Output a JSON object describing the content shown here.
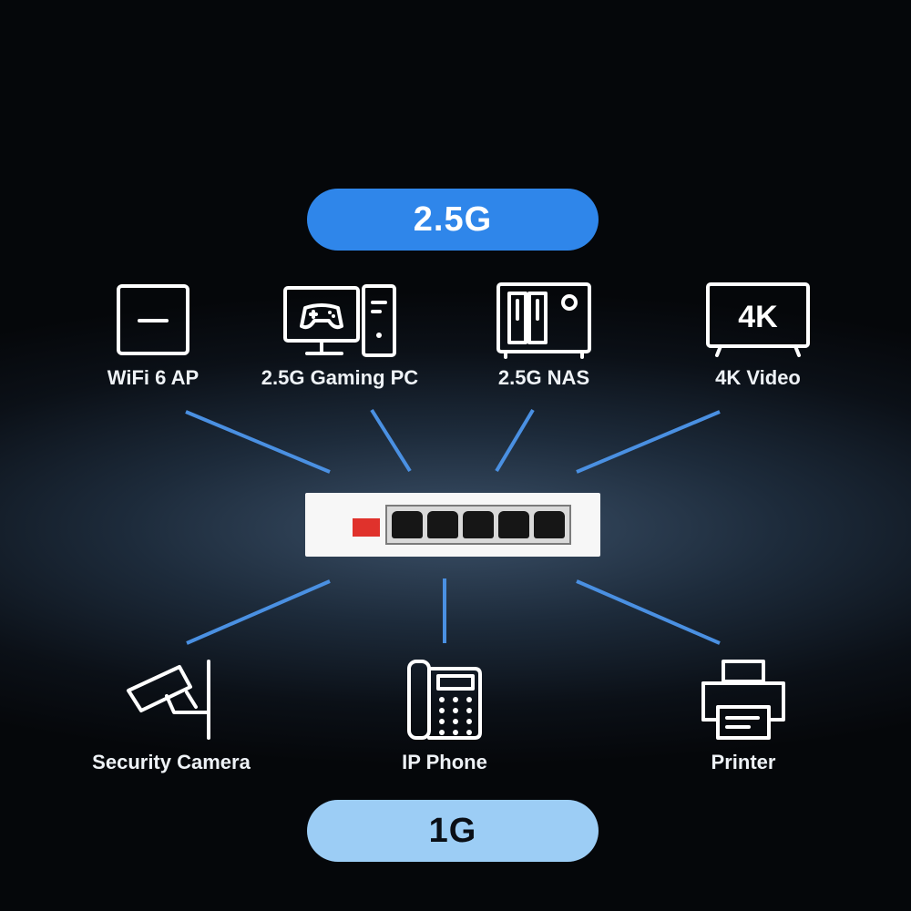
{
  "tiers": {
    "top": "2.5G",
    "bottom": "1G"
  },
  "devices_top": [
    {
      "label": "WiFi 6 AP",
      "icon": "access-point-icon"
    },
    {
      "label": "2.5G Gaming PC",
      "icon": "gaming-pc-icon"
    },
    {
      "label": "2.5G NAS",
      "icon": "nas-icon"
    },
    {
      "label": "4K Video",
      "icon": "tv-icon",
      "icon_text": "4K"
    }
  ],
  "devices_bottom": [
    {
      "label": "Security Camera",
      "icon": "security-camera-icon"
    },
    {
      "label": "IP Phone",
      "icon": "ip-phone-icon"
    },
    {
      "label": "Printer",
      "icon": "printer-icon"
    }
  ],
  "colors": {
    "top_pill": "#2f86ea",
    "bottom_pill": "#9ccdf5",
    "link_line": "#4a90e2",
    "switch_body": "#f7f7f7",
    "switch_led": "#e0322c"
  }
}
